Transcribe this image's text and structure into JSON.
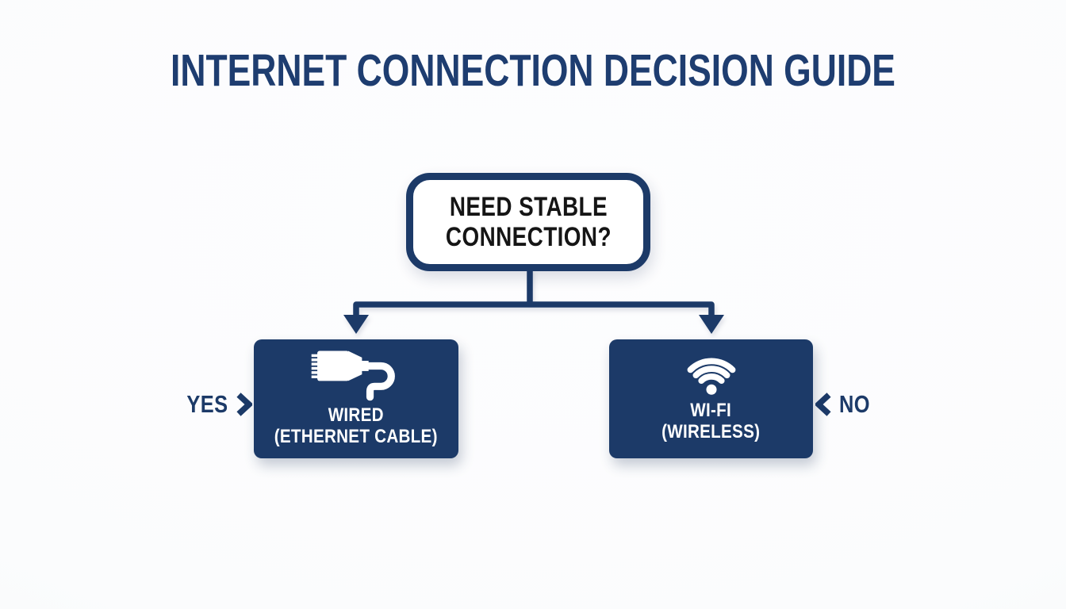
{
  "title": "INTERNET CONNECTION DECISION GUIDE",
  "colors": {
    "navy": "#1c3a68",
    "title_navy": "#1e3d70",
    "card_bg": "#1c3a68",
    "card_text": "#ffffff",
    "decision_text": "#151515",
    "background": "#fbfcfd"
  },
  "decision": {
    "lines": [
      "NEED STABLE",
      "CONNECTION?"
    ]
  },
  "branches": {
    "yes": {
      "answer": "YES",
      "chevron_icon": "chevron-right-icon",
      "option_icon": "ethernet-plug-icon",
      "option_lines": [
        "WIRED",
        "(ETHERNET CABLE)"
      ]
    },
    "no": {
      "answer": "NO",
      "chevron_icon": "chevron-left-icon",
      "option_icon": "wifi-icon",
      "option_lines": [
        "WI-FI",
        "(WIRELESS)"
      ]
    }
  }
}
